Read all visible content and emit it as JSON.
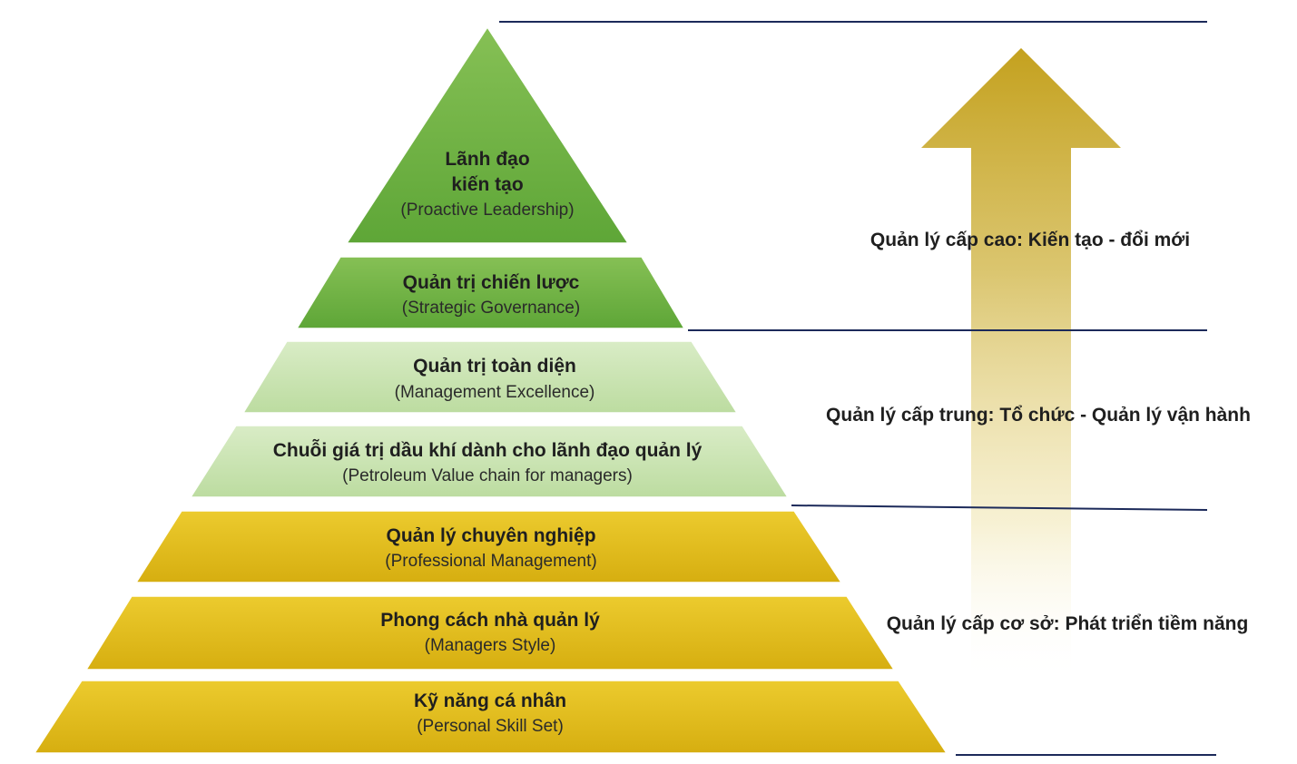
{
  "pyramid": {
    "levels": [
      {
        "title_lines": [
          "Lãnh đạo",
          "kiến tạo"
        ],
        "subtitle": "(Proactive Leadership)",
        "tier": "top"
      },
      {
        "title_lines": [
          "Quản trị chiến lược"
        ],
        "subtitle": "(Strategic Governance)",
        "tier": "top"
      },
      {
        "title_lines": [
          "Quản trị toàn diện"
        ],
        "subtitle": "(Management Excellence)",
        "tier": "middle"
      },
      {
        "title_lines": [
          "Chuỗi giá trị dầu khí dành cho lãnh đạo quản lý"
        ],
        "subtitle": "(Petroleum Value chain for managers)",
        "tier": "middle"
      },
      {
        "title_lines": [
          "Quản lý chuyên nghiệp"
        ],
        "subtitle": "(Professional Management)",
        "tier": "base"
      },
      {
        "title_lines": [
          "Phong cách nhà quản lý"
        ],
        "subtitle": "(Managers Style)",
        "tier": "base"
      },
      {
        "title_lines": [
          "Kỹ năng cá nhân"
        ],
        "subtitle": "(Personal Skill Set)",
        "tier": "base"
      }
    ]
  },
  "tiers": {
    "top": {
      "label": "Quản lý cấp cao: Kiến tạo - đổi mới"
    },
    "middle": {
      "label": "Quản lý cấp trung: Tổ chức - Quản lý vận hành"
    },
    "base": {
      "label": "Quản lý cấp cơ sở: Phát triển tiềm năng"
    }
  },
  "colors": {
    "top_green": "#6fb344",
    "middle_green": "#c9e3b0",
    "base_yellow": "#e2bd1c",
    "arrow_gold": "#c9a92e",
    "divider_navy": "#1c2a5a"
  },
  "arrow": {
    "direction": "up",
    "icon": "up-arrow-icon"
  }
}
